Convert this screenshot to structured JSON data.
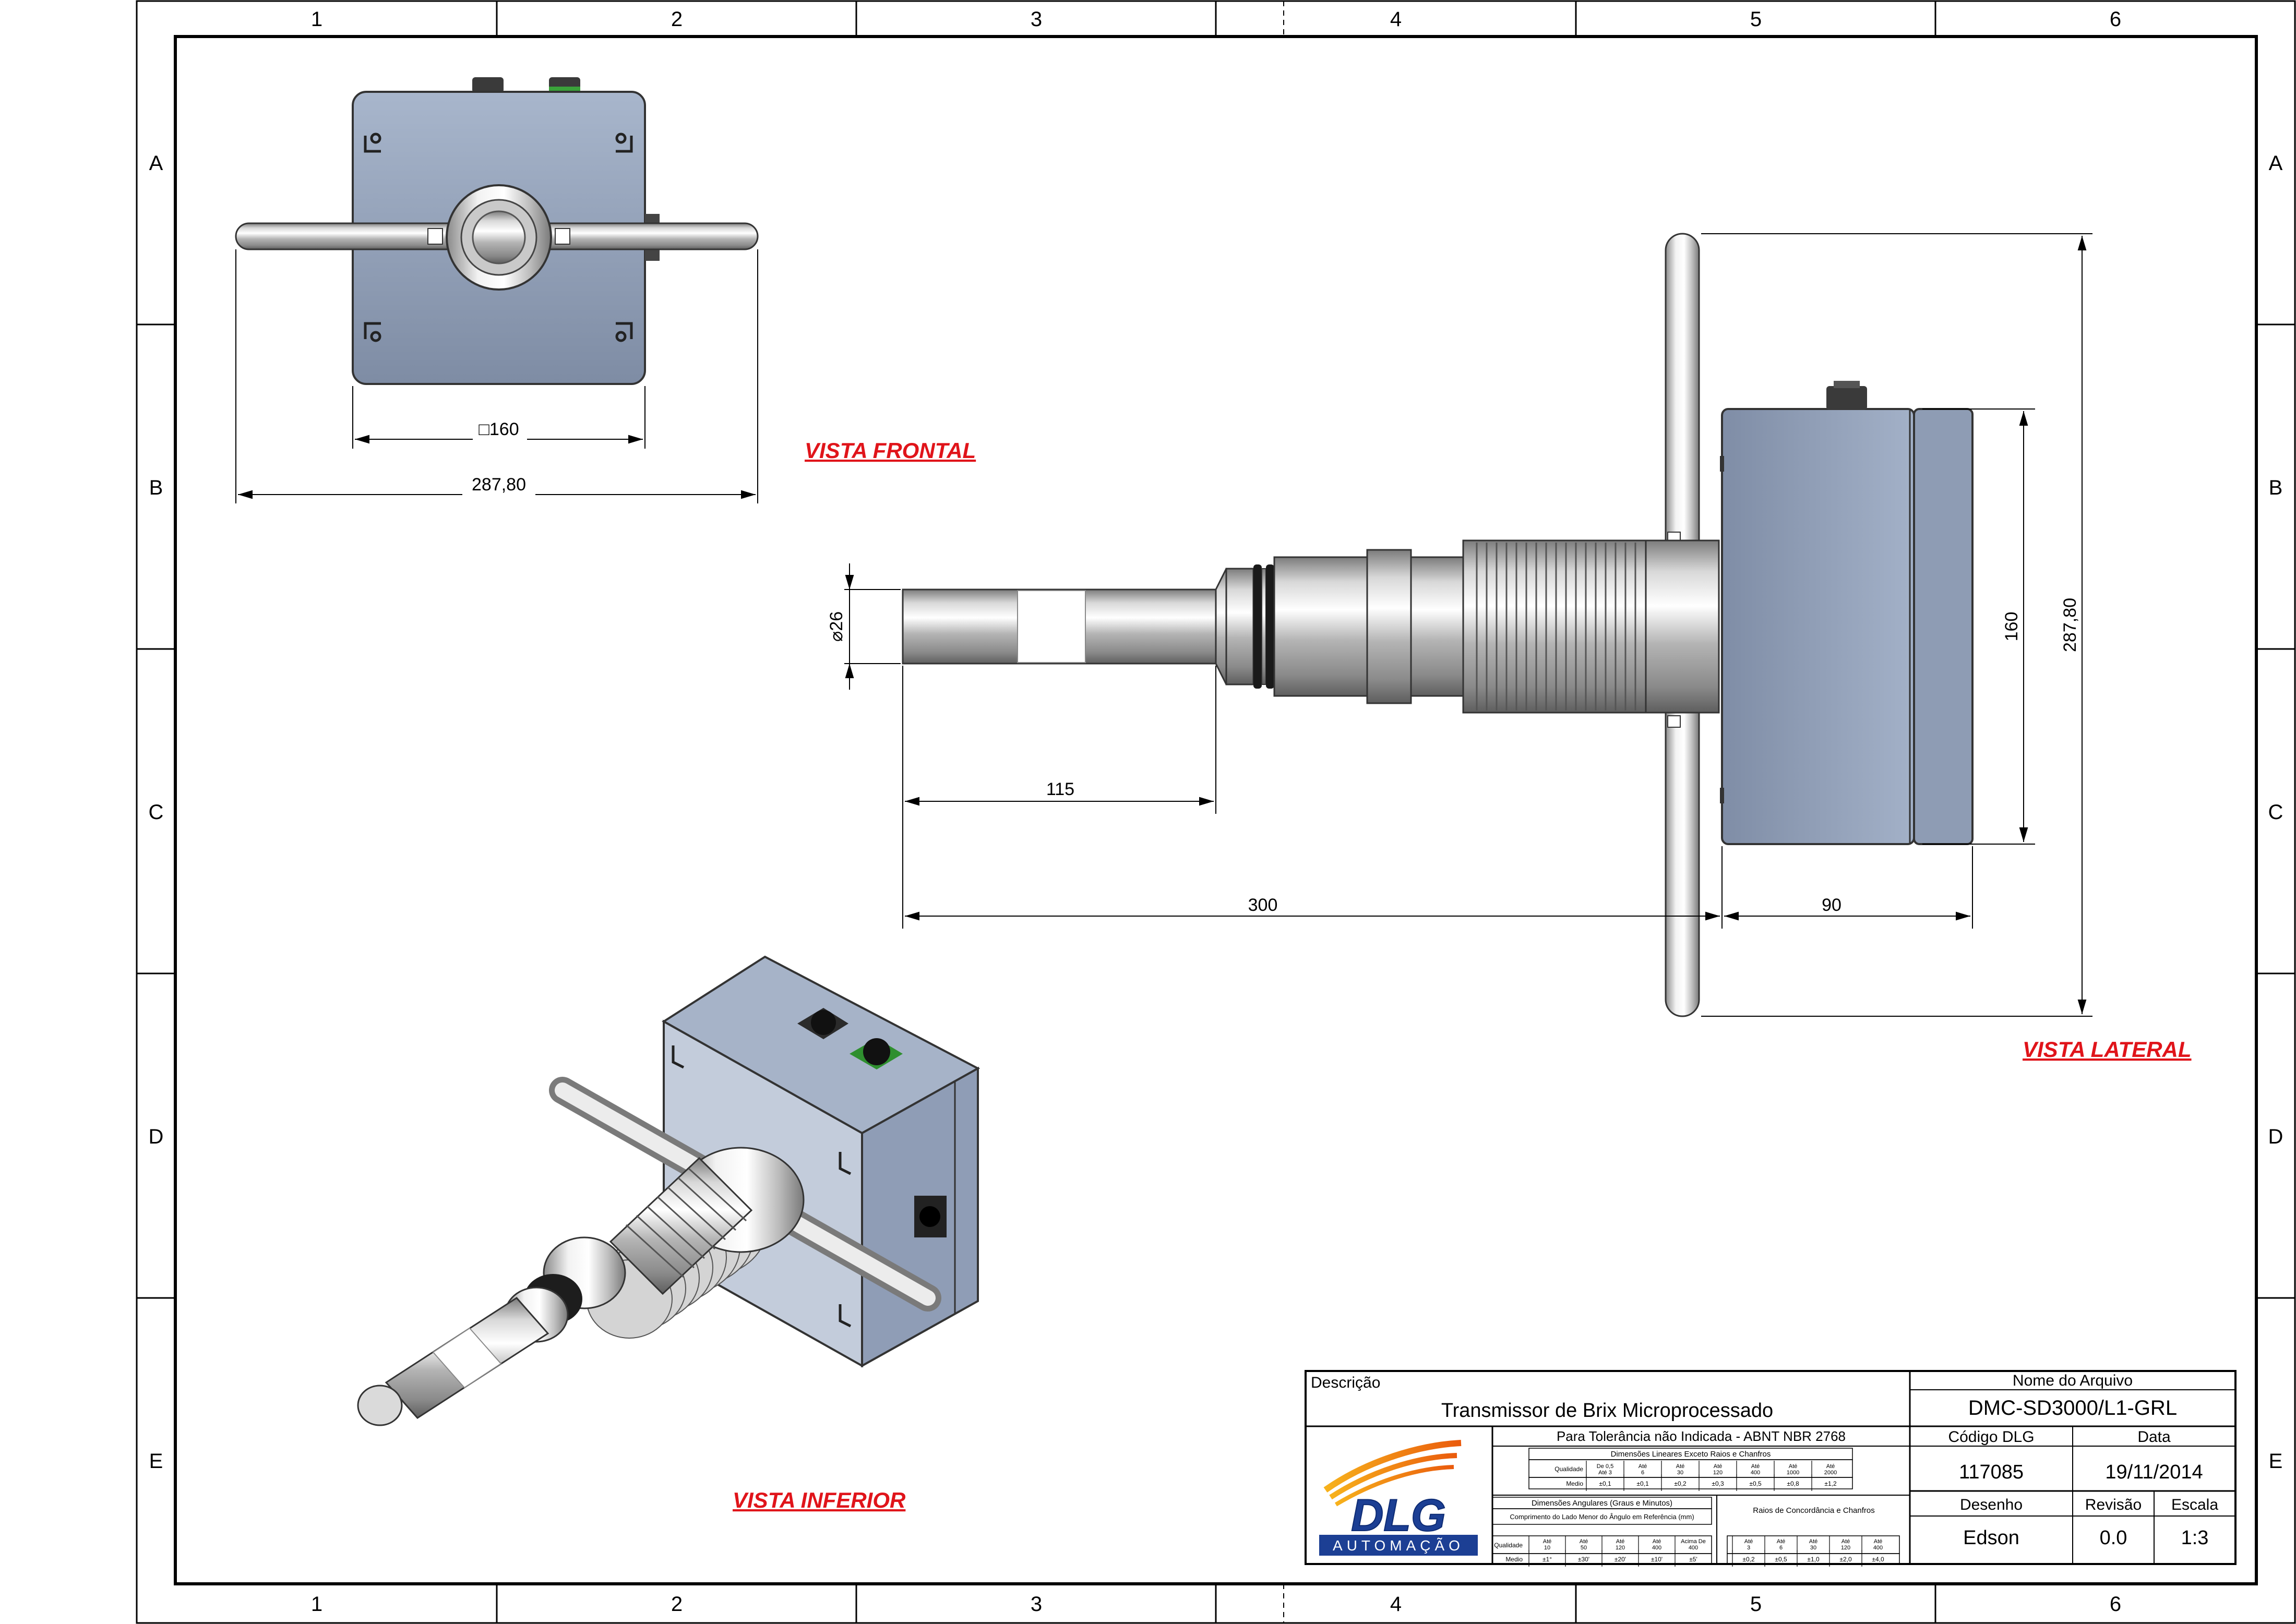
{
  "border": {
    "columns": [
      "1",
      "2",
      "3",
      "4",
      "5",
      "6"
    ],
    "rows": [
      "A",
      "B",
      "C",
      "D",
      "E"
    ]
  },
  "views": {
    "front": "VISTA FRONTAL",
    "side": "VISTA LATERAL",
    "bottom": "VISTA INFERIOR"
  },
  "dimensions": {
    "front_square": "□160",
    "front_width": "287,80",
    "side_diameter": "⌀26",
    "side_probe_length": "115",
    "side_total_length": "300",
    "side_box_depth": "90",
    "side_box_height": "160",
    "side_handle_length": "287,80"
  },
  "title_block": {
    "description_label": "Descrição",
    "description": "Transmissor de Brix Microprocessado",
    "tolerance_note": "Para Tolerância não Indicada - ABNT NBR 2768",
    "linear_header": "Dimensões Lineares Exceto Raios e Chanfros",
    "linear_quality": "Qualidade",
    "linear_cols": [
      "De 0,5 Até 3",
      "Até 6",
      "Até 30",
      "Até 120",
      "Até 400",
      "Até 1000",
      "Até 2000"
    ],
    "linear_medio": "Medio",
    "linear_vals": [
      "±0,1",
      "±0,1",
      "±0,2",
      "±0,3",
      "±0,5",
      "±0,8",
      "±1,2"
    ],
    "angular_header": "Dimensões Angulares (Graus e Minutos)",
    "angular_sub": "Comprimento do Lado Menor do Ângulo em Referência (mm)",
    "angular_quality": "Qualidade",
    "angular_cols": [
      "Até 10",
      "Até 50",
      "Até 120",
      "Até 400",
      "Acima De 400"
    ],
    "angular_medio": "Medio",
    "angular_vals": [
      "±1°",
      "±30'",
      "±20'",
      "±10'",
      "±5'"
    ],
    "radius_header": "Raios de Concordância e Chanfros",
    "radius_cols": [
      "Até 3",
      "Até 6",
      "Até 30",
      "Até 120",
      "Até 400"
    ],
    "radius_vals": [
      "±0,2",
      "±0,5",
      "±1,0",
      "±2,0",
      "±4,0"
    ],
    "file_name_label": "Nome do Arquivo",
    "file_name": "DMC-SD3000/L1-GRL",
    "code_label": "Código DLG",
    "code": "117085",
    "date_label": "Data",
    "date": "19/11/2014",
    "drawn_label": "Desenho",
    "drawn": "Edson",
    "revision_label": "Revisão",
    "revision": "0.0",
    "scale_label": "Escala",
    "scale": "1:3",
    "logo_text": "DLG",
    "logo_sub": "AUTOMAÇÃO"
  }
}
